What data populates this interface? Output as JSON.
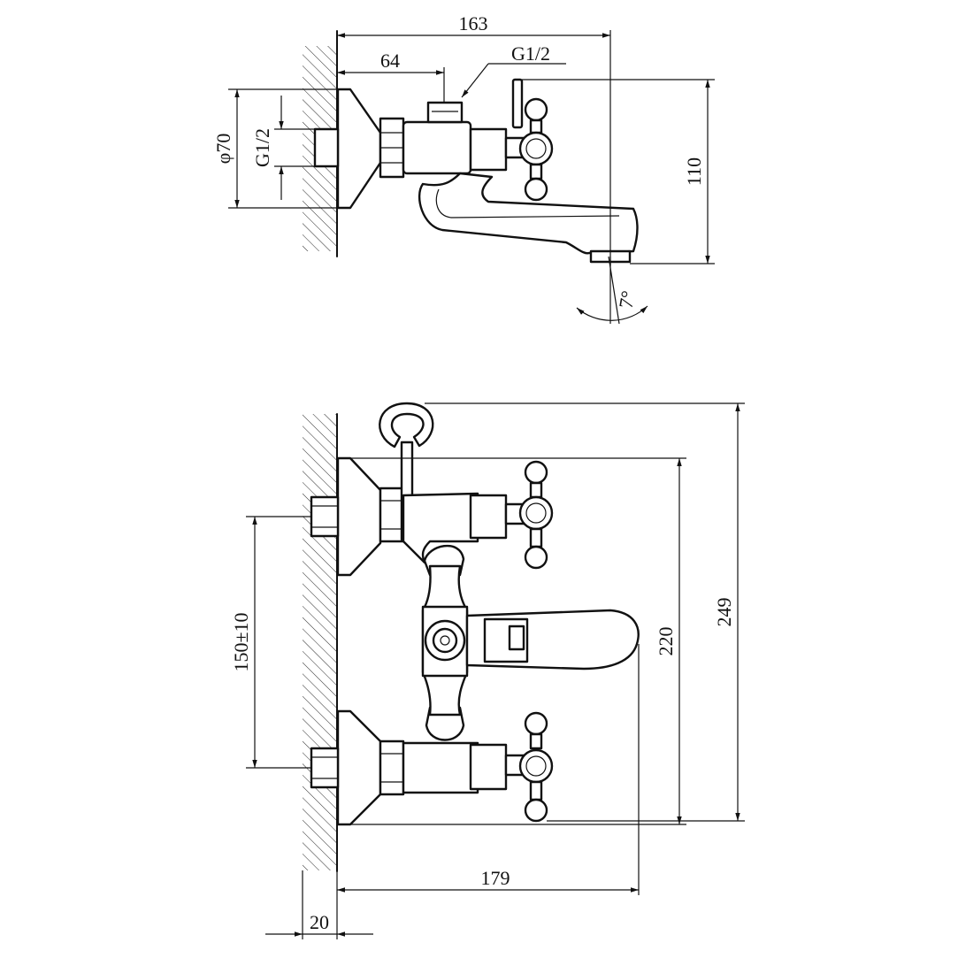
{
  "drawing": {
    "top_view": {
      "dim_total_depth": "163",
      "dim_outlet_offset": "64",
      "dim_connection_label": "G1/2",
      "dim_flange_diameter": "φ70",
      "dim_inlet_thread": "G1/2",
      "dim_height": "110",
      "dim_spout_angle": "7°"
    },
    "front_view": {
      "dim_inlet_spacing": "150±10",
      "dim_body_height": "220",
      "dim_overall_height": "249",
      "dim_spout_reach": "179",
      "dim_wall_offset": "20"
    }
  }
}
